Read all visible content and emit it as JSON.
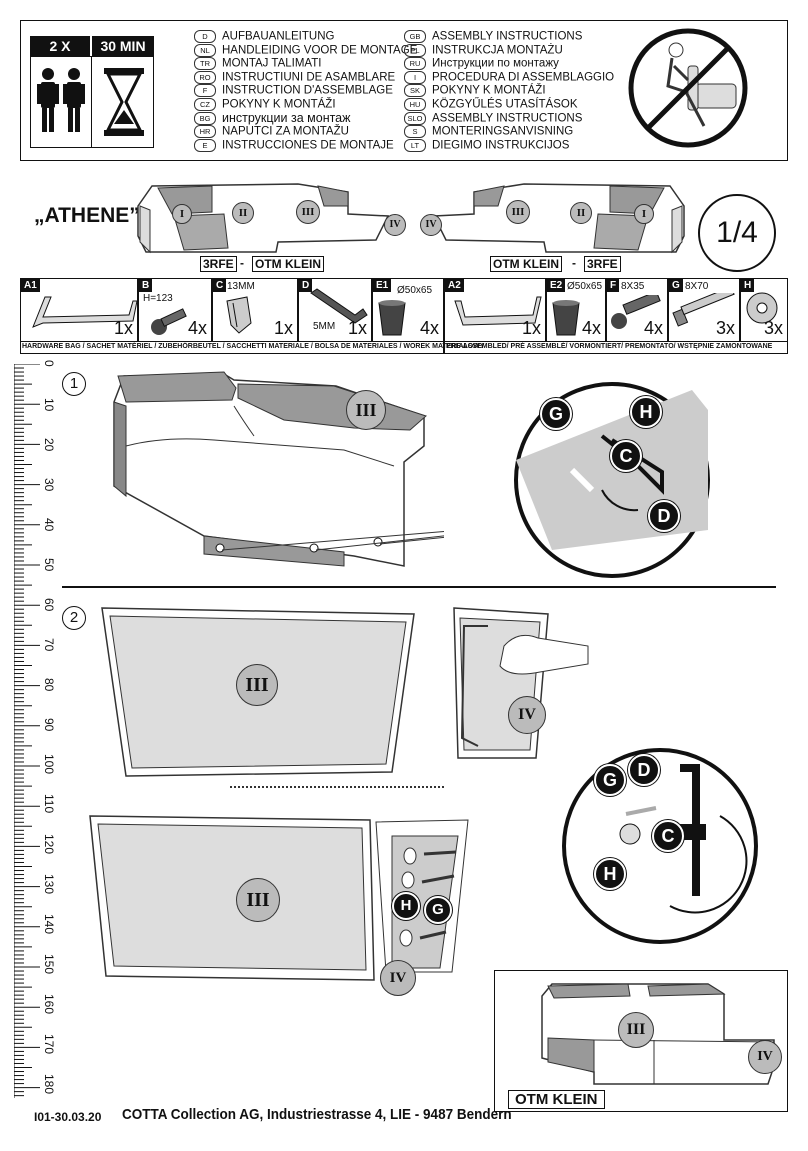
{
  "header": {
    "persons_count": "2 X",
    "duration": "30 MIN",
    "languages_left": [
      {
        "code": "D",
        "text": "AUFBAUANLEITUNG"
      },
      {
        "code": "NL",
        "text": "HANDLEIDING VOOR DE MONTAGE"
      },
      {
        "code": "TR",
        "text": "MONTAJ TALIMATI"
      },
      {
        "code": "RO",
        "text": "INSTRUCTIUNI DE ASAMBLARE"
      },
      {
        "code": "F",
        "text": "INSTRUCTION D'ASSEMBLAGE"
      },
      {
        "code": "CZ",
        "text": "POKYNY K MONTÁŽI"
      },
      {
        "code": "BG",
        "text": "инструкции за монтаж"
      },
      {
        "code": "HR",
        "text": "NAPUTCI ZA MONTAŽU"
      },
      {
        "code": "E",
        "text": "INSTRUCCIONES DE MONTAJE"
      }
    ],
    "languages_right": [
      {
        "code": "GB",
        "text": "ASSEMBLY INSTRUCTIONS"
      },
      {
        "code": "PL",
        "text": "INSTRUKCJA MONTAŻU"
      },
      {
        "code": "RU",
        "text": "Инструкции по монтажу"
      },
      {
        "code": "I",
        "text": "PROCEDURA DI ASSEMBLAGGIO"
      },
      {
        "code": "SK",
        "text": "POKYNY K MONTÁŽI"
      },
      {
        "code": "HU",
        "text": "KÖZGYŰLÉS UTASÍTÁSOK"
      },
      {
        "code": "SLO",
        "text": "ASSEMBLY INSTRUCTIONS"
      },
      {
        "code": "S",
        "text": "MONTERINGSANVISNING"
      },
      {
        "code": "LT",
        "text": "DIEGIMO INSTRUKCIJOS"
      }
    ]
  },
  "model": {
    "name": "„ATHENE”",
    "page": "1/4",
    "left_config_a": "3RFE",
    "left_sep": "-",
    "left_config_b": "OTM KLEIN",
    "right_config_a": "OTM KLEIN",
    "right_sep": "-",
    "right_config_b": "3RFE",
    "sections": [
      "I",
      "II",
      "III",
      "IV"
    ]
  },
  "hardware": [
    {
      "id": "A1",
      "spec": "",
      "qty": "1x"
    },
    {
      "id": "B",
      "spec": "H=123",
      "qty": "4x"
    },
    {
      "id": "C",
      "spec": "13MM",
      "qty": "1x"
    },
    {
      "id": "D",
      "spec": "5MM",
      "qty": "1x"
    },
    {
      "id": "E1",
      "spec": "Ø50x65",
      "qty": "4x"
    },
    {
      "id": "A2",
      "spec": "",
      "qty": "1x"
    },
    {
      "id": "E2",
      "spec": "Ø50x65",
      "qty": "4x"
    },
    {
      "id": "F",
      "spec": "8X35",
      "qty": "4x"
    },
    {
      "id": "G",
      "spec": "8X70",
      "qty": "3x"
    },
    {
      "id": "H",
      "spec": "",
      "qty": "3x"
    }
  ],
  "hardware_bag_label": "HARDWARE BAG / SACHET MATÉRIEL / ZUBEHÖRBEUTEL / SACCHETTI MATERIALE / BOLSA DE MATERIALES / WOREK MATERIAŁOWY",
  "preassembled_label": "PRE-ASSEMBLED/ PRÉ ASSEMBLÉ/ VORMONTIERT/ PREMONTATO/ WSTĘPNIE ZAMONTOWANE",
  "ruler": [
    "0",
    "10",
    "20",
    "30",
    "40",
    "50",
    "60",
    "70",
    "80",
    "90",
    "100",
    "110",
    "120",
    "130",
    "140",
    "150",
    "160",
    "170",
    "180"
  ],
  "steps": {
    "step1": "1",
    "step2": "2",
    "labels": {
      "iii": "III",
      "iv": "IV",
      "g": "G",
      "h": "H",
      "c": "C",
      "d": "D"
    }
  },
  "result_label": "OTM KLEIN",
  "footer": {
    "code": "I01-30.03.20",
    "company": "COTTA Collection AG, Industriestrasse 4, LIE - 9487 Bendern"
  }
}
